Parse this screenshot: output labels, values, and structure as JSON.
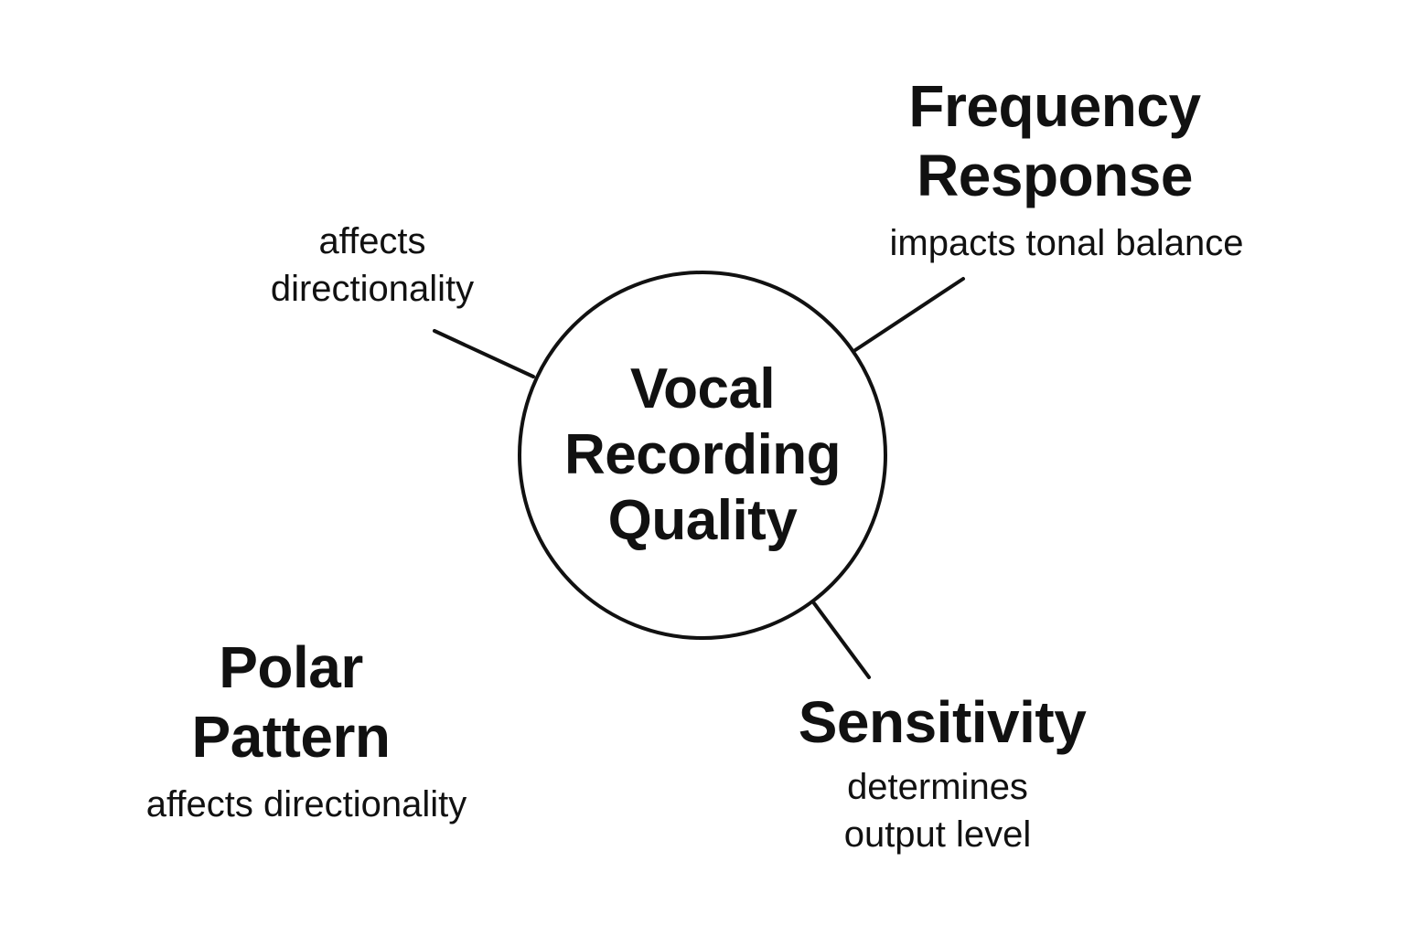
{
  "center": {
    "lines": [
      "Vocal",
      "Recording",
      "Quality"
    ]
  },
  "nodes": {
    "frequency_response": {
      "title_lines": [
        "Frequency",
        "Response"
      ],
      "description_lines": [
        "impacts tonal balance"
      ]
    },
    "polar_pattern": {
      "title_lines": [
        "Polar",
        "Pattern"
      ],
      "description_lines": [
        "affects directionality"
      ]
    },
    "sensitivity": {
      "title_lines": [
        "Sensitivity"
      ],
      "description_lines": [
        "determines",
        "output level"
      ]
    },
    "stray_label": {
      "description_lines": [
        "affects",
        "directionality"
      ]
    }
  },
  "colors": {
    "stroke": "#111111",
    "text": "#111111",
    "background": "#ffffff"
  }
}
